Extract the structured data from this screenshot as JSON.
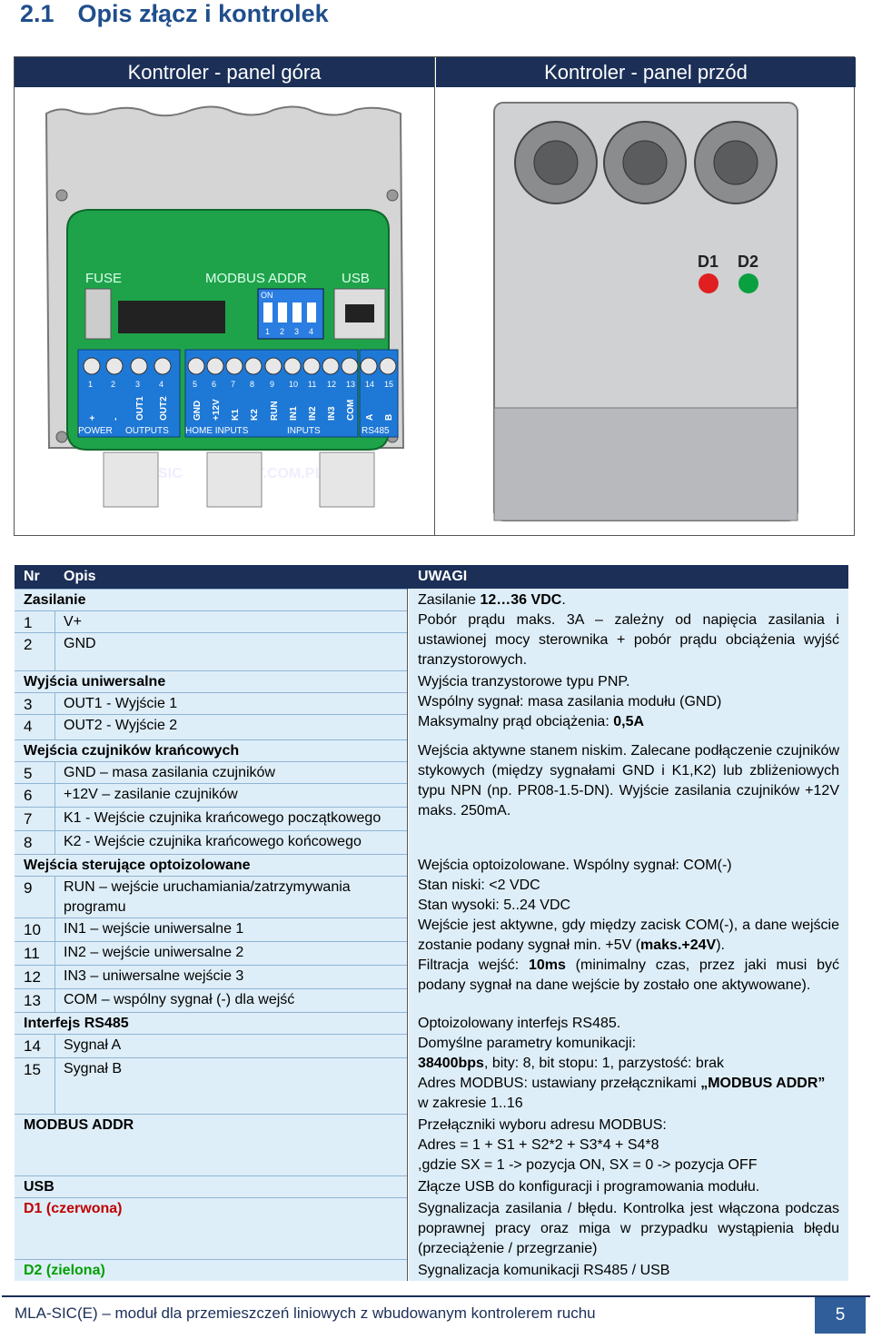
{
  "section": {
    "number": "2.1",
    "title": "Opis złącz i kontrolek"
  },
  "image_headers": {
    "left": "Kontroler - panel góra",
    "right": "Kontroler - panel przód"
  },
  "board": {
    "fuse": "FUSE",
    "modbus_addr": "MODBUS ADDR",
    "usb": "USB",
    "dip_on": "ON",
    "dip_numbers": [
      "1",
      "2",
      "3",
      "4"
    ],
    "terminal_numbers": [
      "1",
      "2",
      "3",
      "4",
      "5",
      "6",
      "7",
      "8",
      "9",
      "10",
      "11",
      "12",
      "13",
      "14",
      "15"
    ],
    "terminal_labels": [
      "+",
      "-",
      "OUT1",
      "OUT2",
      "GND",
      "+12V",
      "K1",
      "K2",
      "RUN",
      "IN1",
      "IN2",
      "IN3",
      "COM",
      "A",
      "B"
    ],
    "group_labels": [
      "POWER",
      "OUTPUTS",
      "HOME INPUTS",
      "INPUTS",
      "RS485"
    ],
    "brand": "MLA-SIC",
    "website": "WOBIT.COM.PL",
    "led1": "D1",
    "led2": "D2",
    "led1_color": "#e02020",
    "led2_color": "#0aa040",
    "pcb_color": "#1fa34a"
  },
  "table": {
    "head": {
      "nr": "Nr",
      "opis": "Opis",
      "uwagi": "UWAGI"
    },
    "groups": {
      "zasilanie": "Zasilanie",
      "wyjscia": "Wyjścia uniwersalne",
      "krancowe": "Wejścia czujników krańcowych",
      "opto": "Wejścia sterujące optoizolowane",
      "rs485": "Interfejs RS485",
      "modbus": "MODBUS ADDR",
      "usb": "USB",
      "d1": "D1 (czerwona)",
      "d2": "D2 (zielona)"
    },
    "rows": [
      {
        "nr": "1",
        "opis": "V+"
      },
      {
        "nr": "2",
        "opis": "GND"
      },
      {
        "nr": "3",
        "opis": "OUT1 - Wyjście 1"
      },
      {
        "nr": "4",
        "opis": "OUT2 - Wyjście 2"
      },
      {
        "nr": "5",
        "opis": "GND – masa zasilania czujników"
      },
      {
        "nr": "6",
        "opis": "+12V – zasilanie czujników"
      },
      {
        "nr": "7",
        "opis": "K1 - Wejście czujnika krańcowego początkowego"
      },
      {
        "nr": "8",
        "opis": "K2 - Wejście czujnika krańcowego końcowego"
      },
      {
        "nr": "9",
        "opis": "RUN – wejście uruchamiania/zatrzymywania programu"
      },
      {
        "nr": "10",
        "opis": "IN1 – wejście uniwersalne 1"
      },
      {
        "nr": "11",
        "opis": "IN2 – wejście uniwersalne 2"
      },
      {
        "nr": "12",
        "opis": "IN3 – uniwersalne wejście 3"
      },
      {
        "nr": "13",
        "opis": "COM – wspólny sygnał (-) dla wejść"
      },
      {
        "nr": "14",
        "opis": "Sygnał A"
      },
      {
        "nr": "15",
        "opis": "Sygnał B"
      }
    ],
    "notes": {
      "zas_1a": "Zasilanie ",
      "zas_1b": "12…36 VDC",
      "zas_1c": ".",
      "zas_2": "Pobór prądu maks. 3A – zależny od napięcia zasilania i ustawionej mocy sterownika + pobór prądu obciążenia wyjść tranzystorowych.",
      "wy_1": "Wyjścia tranzystorowe typu PNP.",
      "wy_2": "Wspólny sygnał: masa zasilania modułu (GND)",
      "wy_3a": "Maksymalny prąd obciążenia: ",
      "wy_3b": "0,5A",
      "kr_1": "Wejścia aktywne stanem niskim. Zalecane podłączenie czujników stykowych (między sygnałami GND i K1,K2) lub zbliżeniowych typu NPN (np. PR08-1.5-DN). Wyjście zasilania czujników +12V maks. 250mA.",
      "op_1": "Wejścia optoizolowane. Wspólny sygnał: COM(-)",
      "op_2": "Stan niski: <2 VDC",
      "op_3": "Stan wysoki: 5..24 VDC",
      "op_4a": "Wejście jest aktywne, gdy między zacisk COM(-), a dane wejście zostanie podany sygnał min. +5V (",
      "op_4b": "maks.+24V",
      "op_4c": ").",
      "op_5a": "Filtracja wejść: ",
      "op_5b": "10ms",
      "op_5c": " (minimalny czas, przez jaki musi być podany sygnał na dane wejście by zostało one aktywowane).",
      "rs_1": "Optoizolowany interfejs RS485.",
      "rs_2": "Domyślne parametry komunikacji:",
      "rs_3a": "38400bps",
      "rs_3b": ", bity: 8, bit stopu: 1, parzystość: brak",
      "rs_4a": "Adres MODBUS: ustawiany przełącznikami ",
      "rs_4b": "„MODBUS ADDR”",
      "rs_5": "w zakresie 1..16",
      "mb_1": "Przełączniki wyboru adresu MODBUS:",
      "mb_2": "Adres = 1 + S1 + S2*2 + S3*4 + S4*8",
      "mb_3": ",gdzie SX = 1 -> pozycja ON, SX = 0 -> pozycja OFF",
      "usb_1": "Złącze USB do konfiguracji i programowania modułu.",
      "d1_1": "Sygnalizacja zasilania / błędu. Kontrolka jest włączona podczas poprawnej pracy oraz miga w przypadku wystąpienia błędu (przeciążenie / przegrzanie)",
      "d2_1": "Sygnalizacja komunikacji RS485 / USB"
    }
  },
  "footer": {
    "text": "MLA-SIC(E) – moduł dla przemieszczeń liniowych z wbudowanym kontrolerem ruchu",
    "page": "5"
  }
}
